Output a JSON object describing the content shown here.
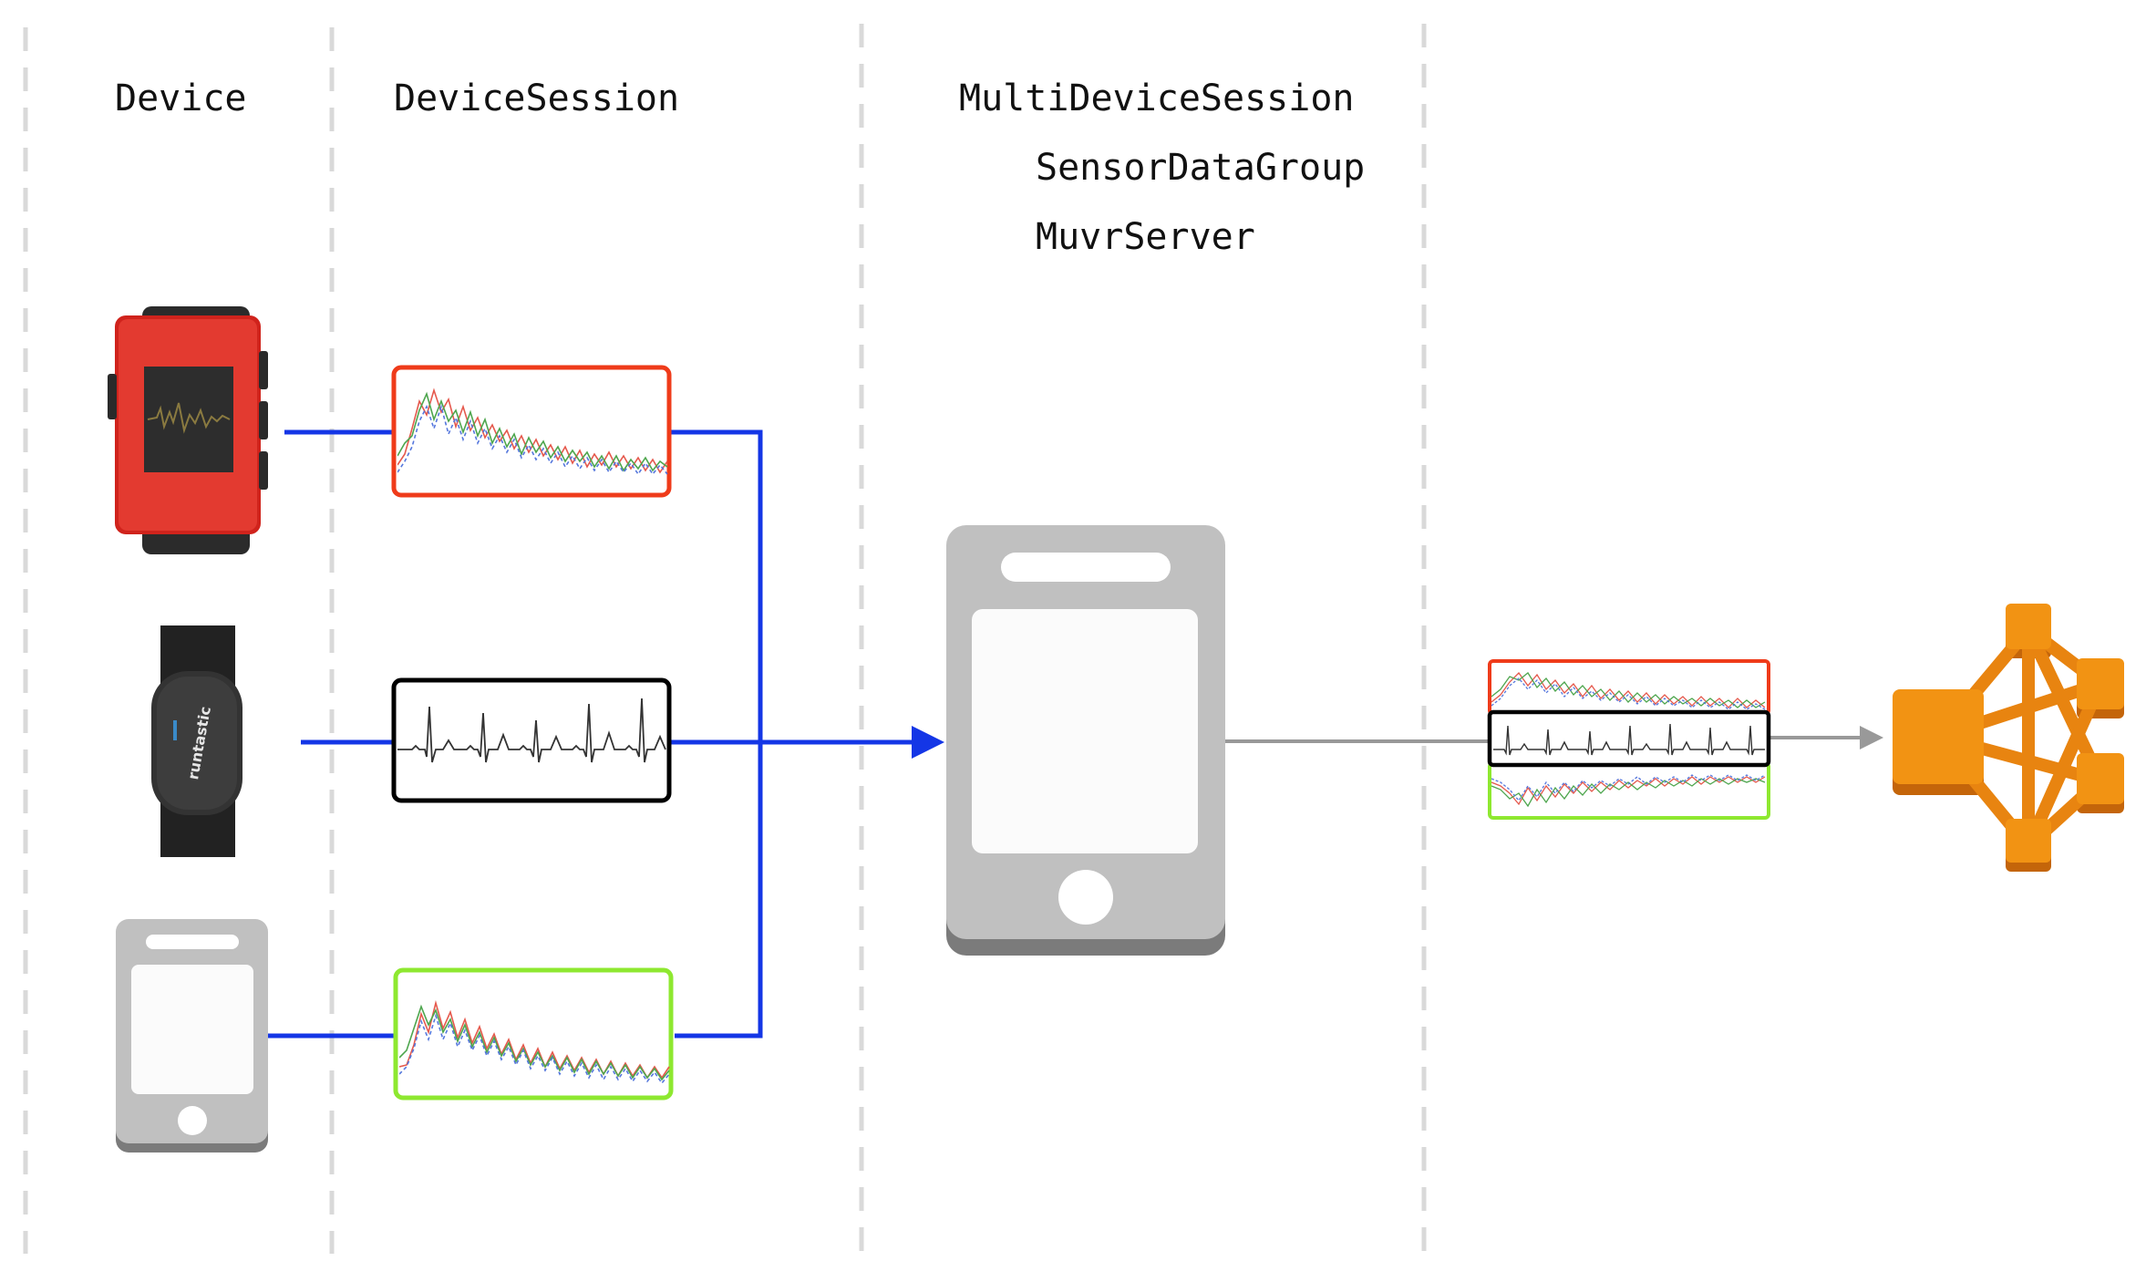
{
  "columns": {
    "device": "Device",
    "device_session": "DeviceSession",
    "multi_device_session": "MultiDeviceSession",
    "sensor_data_group": "SensorDataGroup",
    "muvr_server": "MuvrServer"
  },
  "devices": [
    {
      "name": "pebble-watch",
      "session_color": "#ef3b1a"
    },
    {
      "name": "heart-rate-strap",
      "brand_text": "runtastic",
      "session_color": "#000000"
    },
    {
      "name": "phone",
      "session_color": "#8ee830"
    }
  ],
  "colors": {
    "connector_blue": "#1436e6",
    "connector_gray": "#999999",
    "divider": "#d9d9d9",
    "phone_gray": "#c0c0c0",
    "phone_dark": "#7b7b7b",
    "server_orange": "#f29313",
    "server_dark": "#c4650a"
  }
}
